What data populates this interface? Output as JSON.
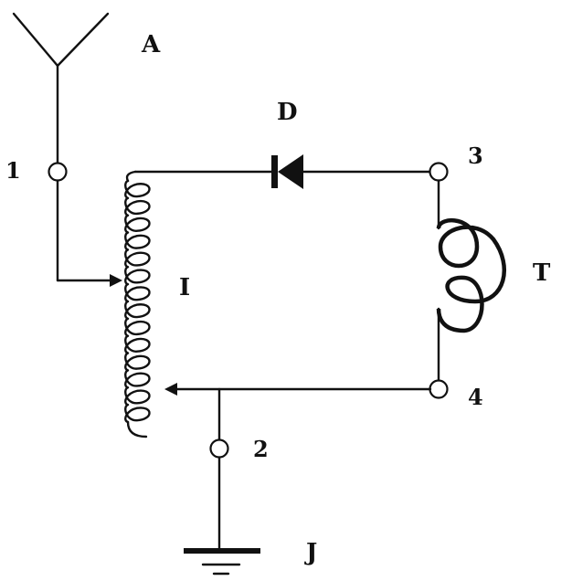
{
  "labels": {
    "antenna": "A",
    "diode": "D",
    "headphones": "T",
    "coil": "I",
    "ground": "J"
  },
  "terminals": {
    "t1": "1",
    "t2": "2",
    "t3": "3",
    "t4": "4"
  },
  "colors": {
    "ink": "#111111",
    "paper": "#ffffff"
  }
}
